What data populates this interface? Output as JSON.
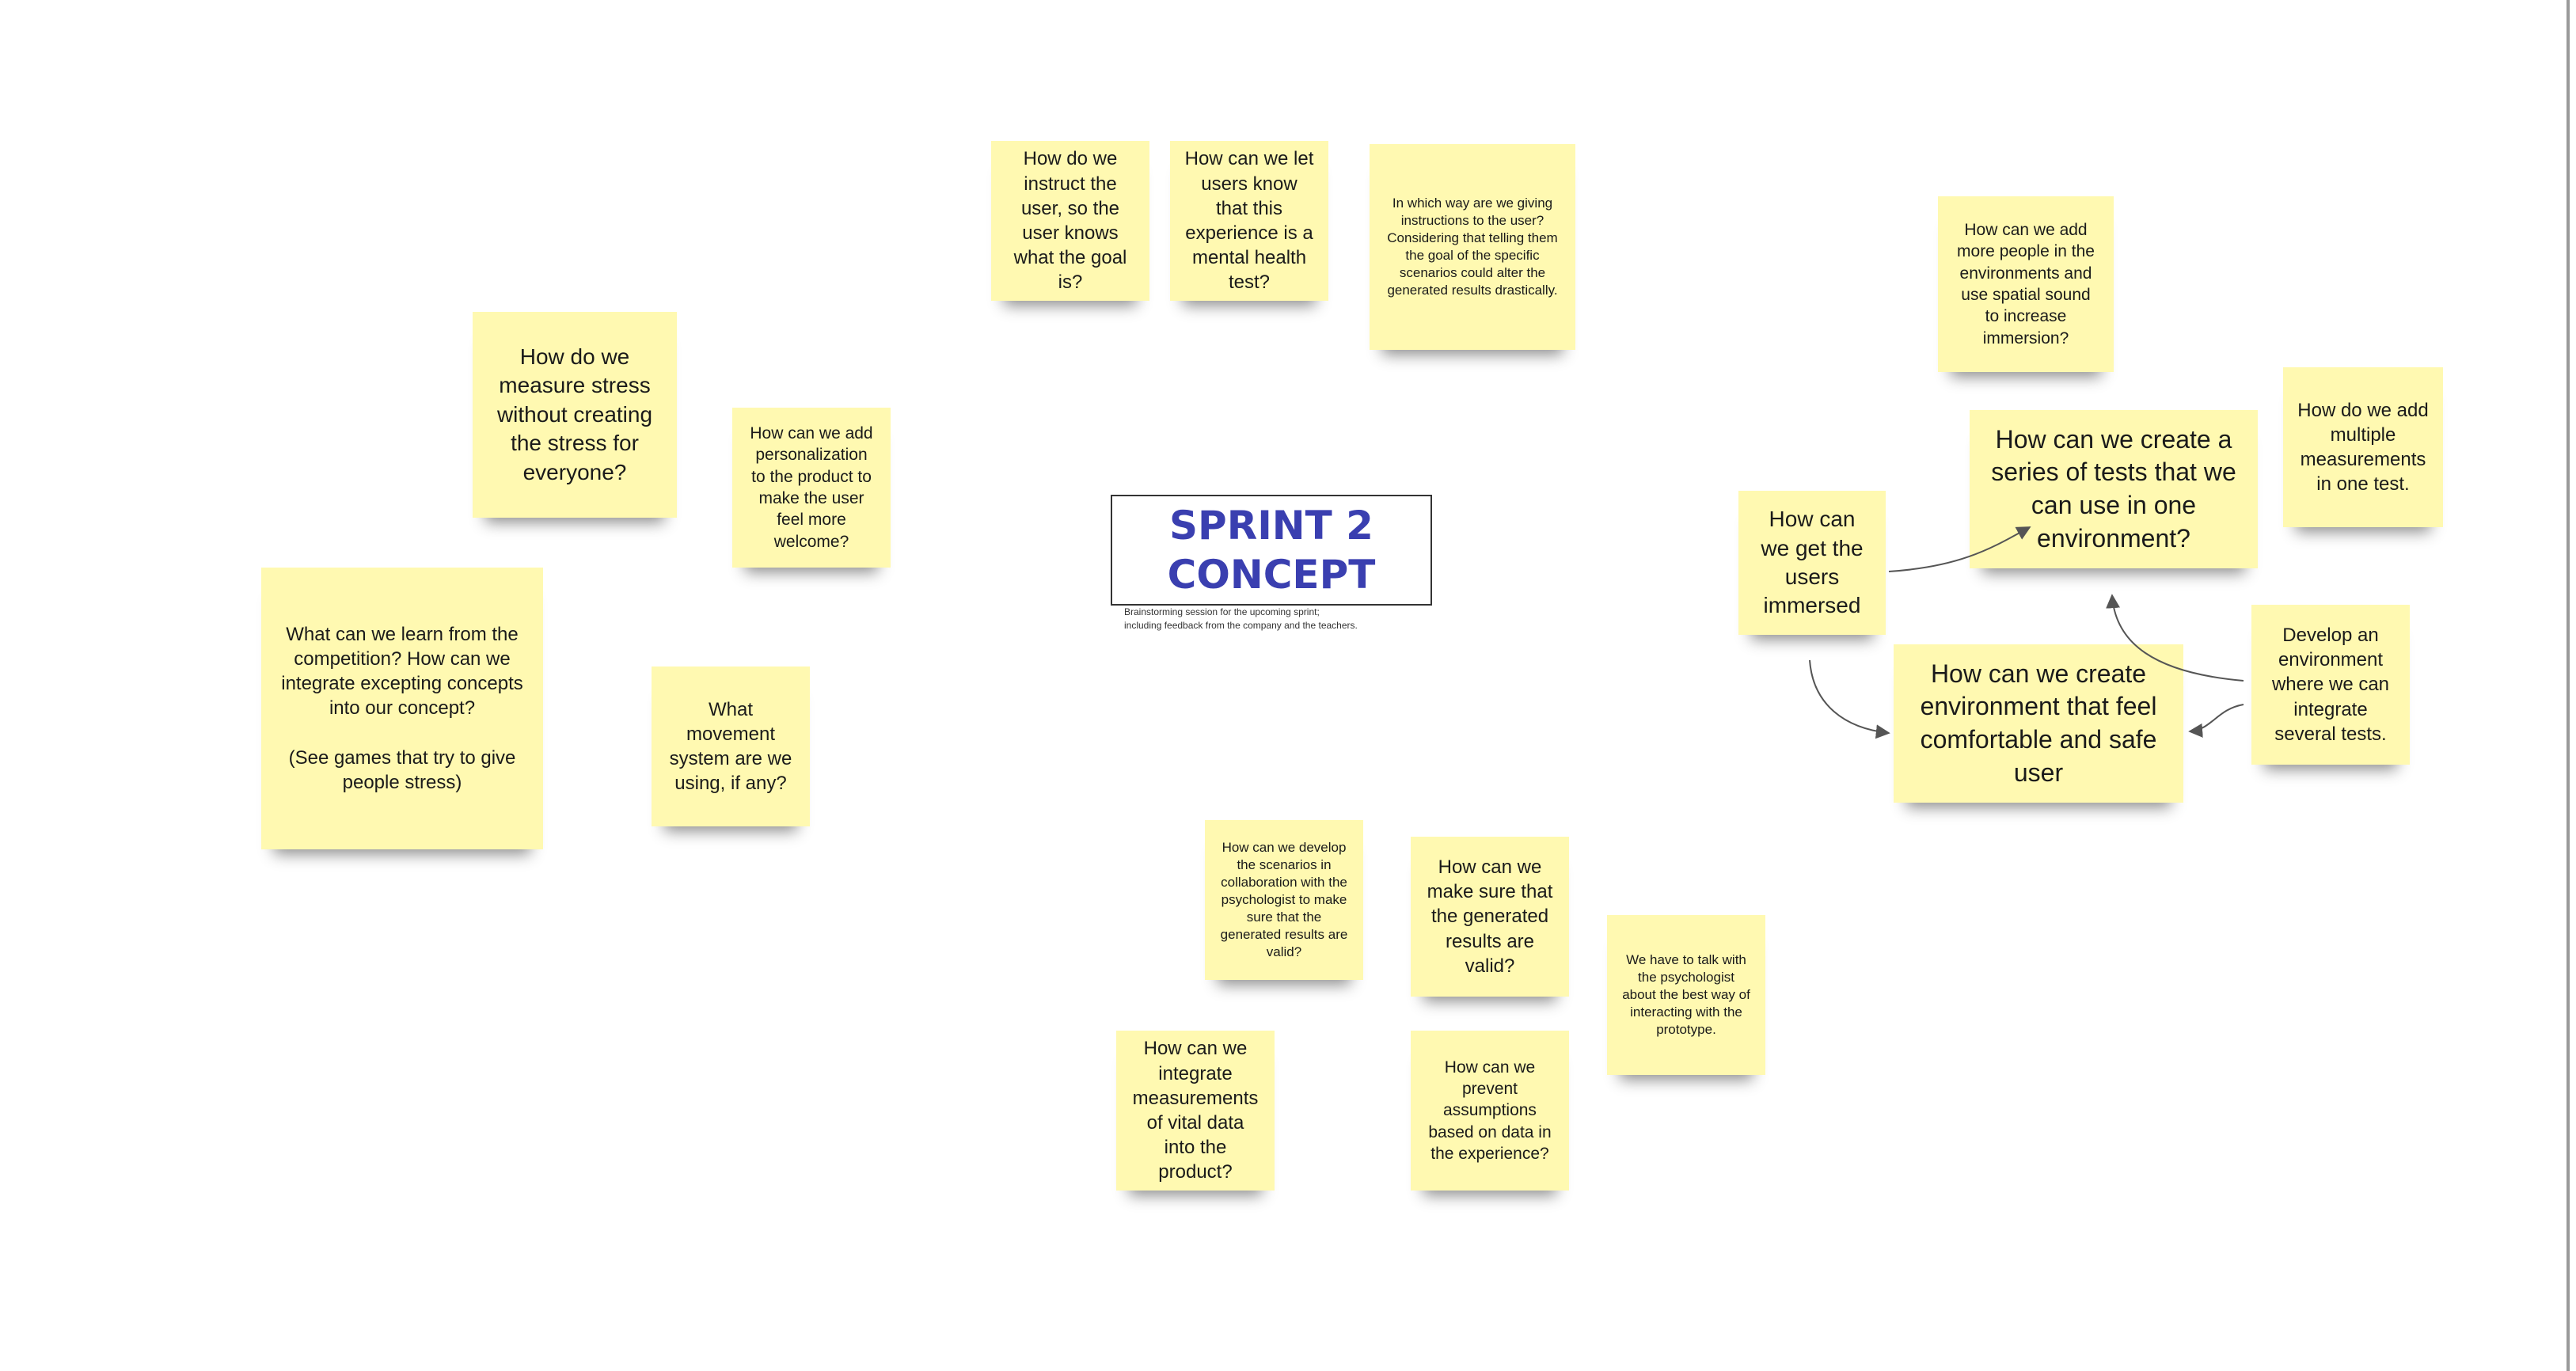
{
  "title": {
    "line1": "SPRINT 2",
    "line2": "CONCEPT"
  },
  "subtitle": "Brainstorming session for the upcoming sprint;\n including feedback from the company and the teachers.",
  "colors": {
    "note": "#fff9b1",
    "title_text": "#3a3fb0",
    "connector": "#555555"
  },
  "notes": [
    {
      "id": "n1",
      "text": "How do we instruct the user, so the user knows what the goal is?"
    },
    {
      "id": "n2",
      "text": "How can we let users know that this experience is a mental health test?"
    },
    {
      "id": "n3",
      "text": "In which way are we giving instructions to the user? Considering that telling them the goal of the specific scenarios could alter the generated results drastically."
    },
    {
      "id": "n4",
      "text": "How do we measure stress without creating the stress for everyone?"
    },
    {
      "id": "n5",
      "text": "How can we add personalization to the product to make the user feel more welcome?"
    },
    {
      "id": "n6",
      "text": "What can we learn from the competition? How can we integrate excepting concepts into our concept?\n\n(See games that try to give people stress)"
    },
    {
      "id": "n7",
      "text": "What movement system are we using, if any?"
    },
    {
      "id": "n8",
      "text": "How can we add more people in the environments and use spatial sound to increase immersion?"
    },
    {
      "id": "n9",
      "text": "How can we create a series of tests that we can use in one environment?"
    },
    {
      "id": "n10",
      "text": "How do we add multiple measurements in one test."
    },
    {
      "id": "n11",
      "text": "How can we get the users immersed"
    },
    {
      "id": "n12",
      "text": "How can we create environment that feel comfortable and safe user"
    },
    {
      "id": "n13",
      "text": "Develop an environment where we can integrate several tests."
    },
    {
      "id": "n14",
      "text": "How can we develop the scenarios in collaboration with the psychologist to make sure that the generated results are valid?"
    },
    {
      "id": "n15",
      "text": "How can we make sure that the generated results are valid?"
    },
    {
      "id": "n16",
      "text": "We have to talk with the psychologist about the best way of interacting with the prototype."
    },
    {
      "id": "n17",
      "text": "How can we integrate measurements of vital data into the product?"
    },
    {
      "id": "n18",
      "text": "How can we prevent assumptions based on data in the experience?"
    }
  ]
}
